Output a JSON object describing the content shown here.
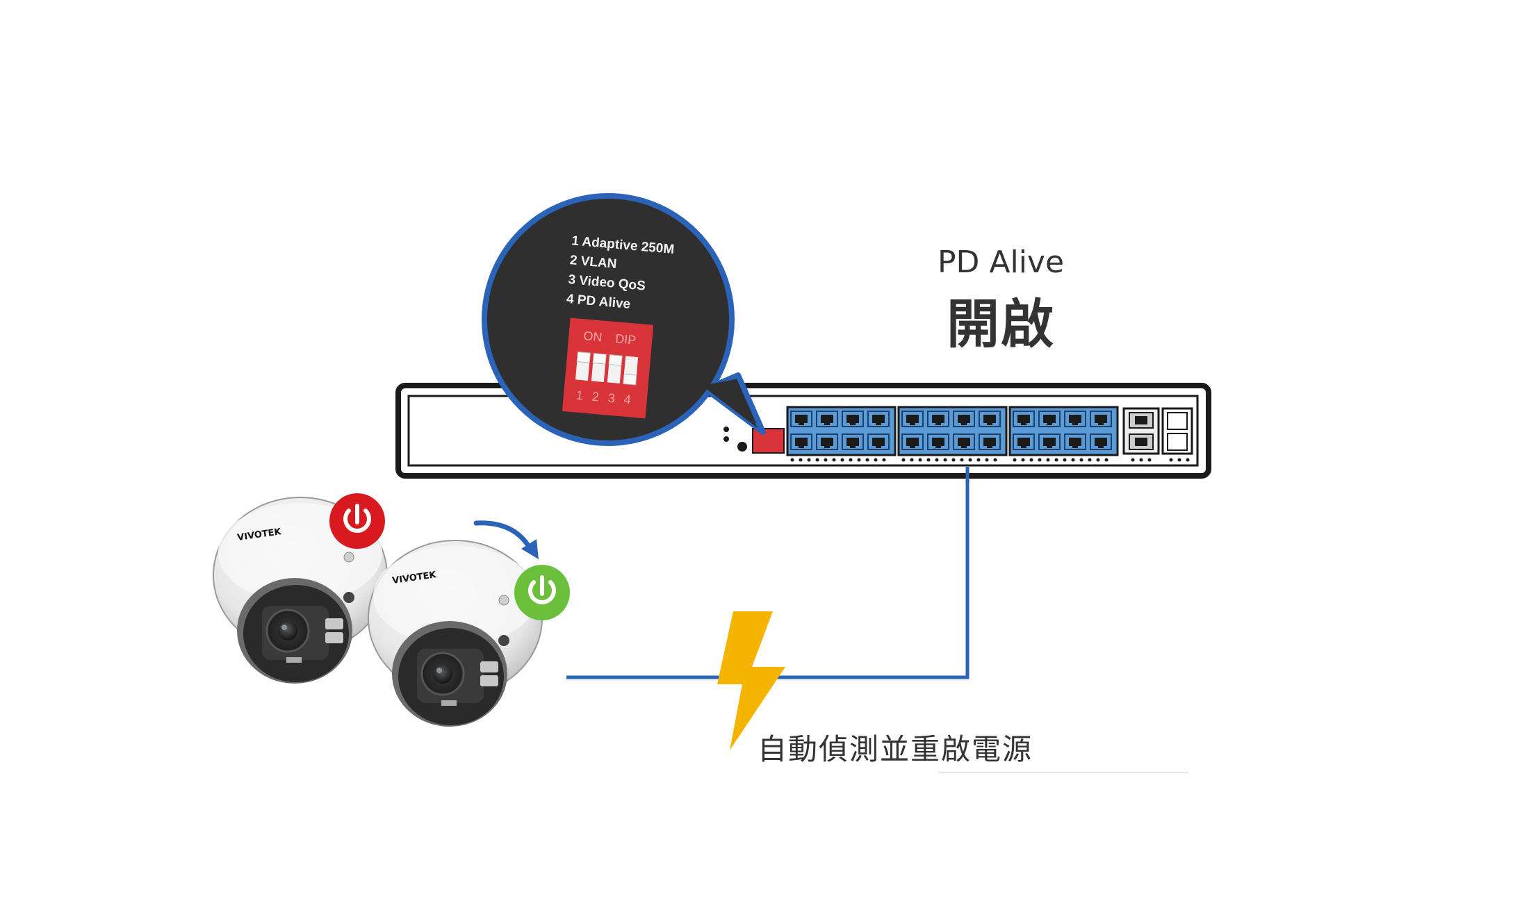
{
  "feature": {
    "name": "PD Alive",
    "state": "開啟"
  },
  "dip_panel": {
    "options": [
      "1 Adaptive 250M",
      "2 VLAN",
      "3 Video QoS",
      "4 PD Alive"
    ],
    "switch_on_label": "ON",
    "switch_dip_label": "DIP",
    "switch_numbers": [
      "1",
      "2",
      "3",
      "4"
    ]
  },
  "cameras": {
    "brand": "VIVOTEK",
    "before_status_icon": "power-icon-red",
    "after_status_icon": "power-icon-green"
  },
  "caption": "自動偵測並重啟電源",
  "colors": {
    "cable": "#2a63b8",
    "port_blue": "#5b9bd5",
    "dip_red": "#d8343a",
    "power_red": "#d71920",
    "power_green": "#6abf3b",
    "lightning": "#f5b400"
  }
}
